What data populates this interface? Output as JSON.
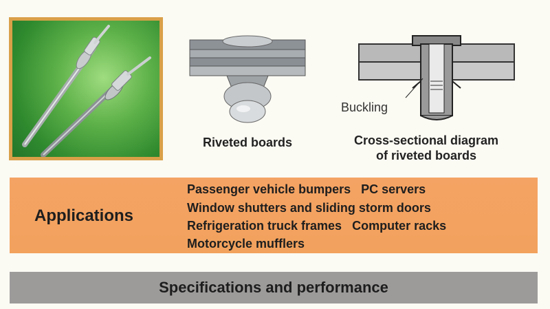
{
  "photo": {
    "alt": "rivets-photo"
  },
  "captions": {
    "riveted_boards": "Riveted boards",
    "cross_section_line1": "Cross-sectional diagram",
    "cross_section_line2": "of riveted boards",
    "buckling": "Buckling"
  },
  "applications": {
    "title": "Applications",
    "lines": [
      "Passenger vehicle bumpers   PC servers",
      "Window shutters and sliding storm doors",
      "Refrigeration truck frames   Computer racks",
      "Motorcycle mufflers"
    ]
  },
  "specifications": {
    "title": "Specifications and performance"
  },
  "colors": {
    "applications_band": "#f2a25d",
    "specifications_band": "#9d9b9a",
    "photo_frame": "#d9a048",
    "photo_background": "#4ea340"
  }
}
